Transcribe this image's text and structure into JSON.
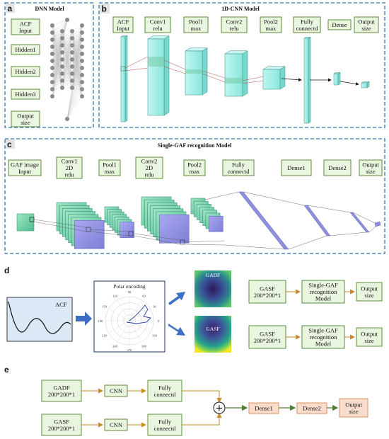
{
  "panels": {
    "a": "a",
    "b": "b",
    "c": "c",
    "d": "d",
    "e": "e"
  },
  "dnn": {
    "title": "DNN Model",
    "boxes": [
      [
        "ACF",
        "Input"
      ],
      [
        "Hidden1"
      ],
      [
        "Hidden2"
      ],
      [
        "Hidden3"
      ],
      [
        "Output",
        "size"
      ]
    ]
  },
  "cnn1d": {
    "title": "1D-CNN Model",
    "boxes": [
      [
        "ACF",
        "Input"
      ],
      [
        "Conv1",
        "relu"
      ],
      [
        "Pool1",
        "max"
      ],
      [
        "Conv2",
        "relu"
      ],
      [
        "Pool2",
        "max"
      ],
      [
        "Fully",
        "connectd"
      ],
      [
        "Dense"
      ],
      [
        "Output",
        "size"
      ]
    ]
  },
  "gaf": {
    "title": "Single-GAF recognition Model",
    "boxes": [
      [
        "GAF image",
        "Input"
      ],
      [
        "Conv1",
        "2D",
        "relu"
      ],
      [
        "Pool1",
        "max"
      ],
      [
        "Conv2",
        "2D",
        "relu"
      ],
      [
        "Pool2",
        "max"
      ],
      [
        "Fully",
        "connectd"
      ],
      [
        "Dense1"
      ],
      [
        "Dense2"
      ],
      [
        "Output",
        "size"
      ]
    ]
  },
  "encoding": {
    "acf_label": "ACF",
    "polar_title": "Polar encoding",
    "polar_ticks": [
      "90",
      "60",
      "30",
      "0",
      "330",
      "300",
      "270",
      "240",
      "210",
      "180",
      "150",
      "120"
    ],
    "gadf_label": "GADF",
    "gasf_label": "GASF",
    "rows": [
      {
        "input": [
          "GASF",
          "200*200*1"
        ],
        "model": [
          "Single-GAF",
          "recognition",
          "Model"
        ],
        "output": [
          "Output",
          "size"
        ]
      },
      {
        "input": [
          "GASF",
          "200*200*1"
        ],
        "model": [
          "Single-GAF",
          "recognition",
          "Model"
        ],
        "output": [
          "Output",
          "size"
        ]
      }
    ]
  },
  "fusion": {
    "inputs": [
      [
        "GADF",
        "200*200*1"
      ],
      [
        "GASF",
        "200*200*1"
      ]
    ],
    "cnn": "CNN",
    "fc": [
      "Fully",
      "connectd"
    ],
    "plus": "+",
    "dense1": "Dense1",
    "dense2": "Dense2",
    "output": [
      "Output",
      "size"
    ]
  },
  "colors": {
    "dash_border": "#2f6fb5",
    "box_fill": "#e9f5df",
    "box_stroke": "#4f7f2a",
    "layer_cyan": "#9eeee6",
    "layer_blue": "#8f8fe0",
    "layer_green": "#62c9a0",
    "arrow_blue": "#3f6fc4",
    "arrow_orange": "#c8872a",
    "output_fill": "#f9dccc"
  }
}
